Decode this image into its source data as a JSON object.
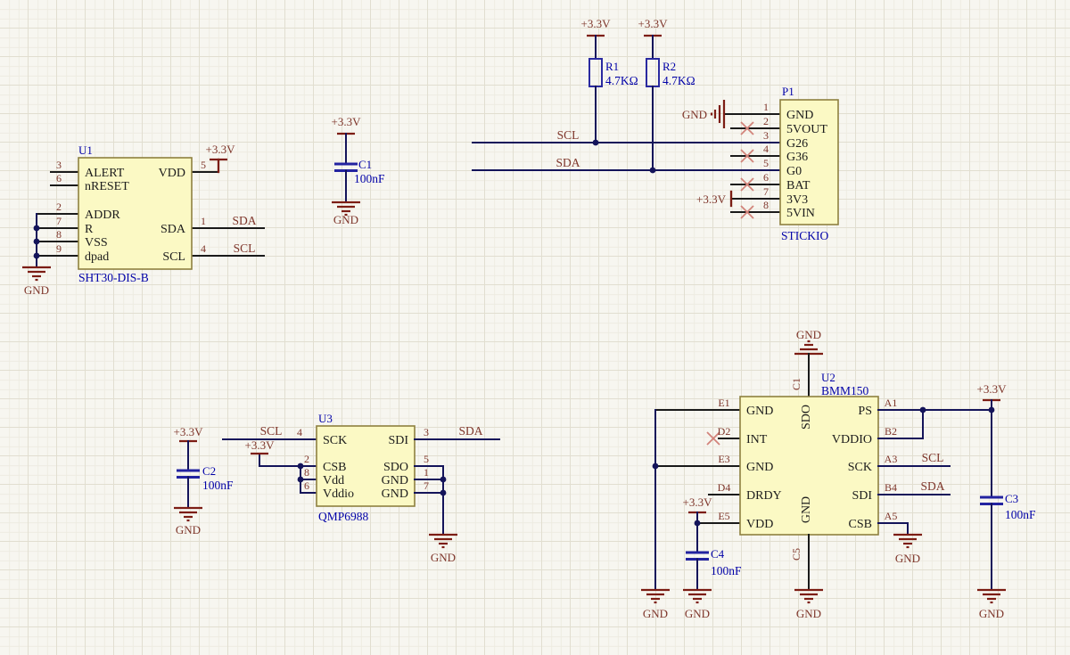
{
  "schematic": {
    "power": {
      "v33": "+3.3V",
      "gnd": "GND"
    },
    "nets": {
      "scl": "SCL",
      "sda": "SDA"
    },
    "colors": {
      "background": "#f7f6f0",
      "grid_minor": "#eeece2",
      "grid_major": "#e1ded0",
      "wire": "#14145a",
      "pin": "#1a1a1a",
      "power_symbol": "#7c1d14",
      "component_fill": "#fbf9c4",
      "component_border": "#8e8040",
      "designator_text": "#0202a8",
      "net_label_text": "#7e352a",
      "pin_name_text": "#1c1c1c",
      "no_connect": "#d2837a"
    },
    "u1": {
      "ref": "U1",
      "part": "SHT30-DIS-B",
      "pins": {
        "alert": {
          "num": "3",
          "name": "ALERT"
        },
        "nreset": {
          "num": "6",
          "name": "nRESET"
        },
        "addr": {
          "num": "2",
          "name": "ADDR"
        },
        "r": {
          "num": "7",
          "name": "R"
        },
        "vss": {
          "num": "8",
          "name": "VSS"
        },
        "dpad": {
          "num": "9",
          "name": "dpad"
        },
        "vdd": {
          "num": "5",
          "name": "VDD"
        },
        "sda": {
          "num": "1",
          "name": "SDA"
        },
        "scl": {
          "num": "4",
          "name": "SCL"
        }
      }
    },
    "c1": {
      "ref": "C1",
      "value": "100nF"
    },
    "c2": {
      "ref": "C2",
      "value": "100nF"
    },
    "c3": {
      "ref": "C3",
      "value": "100nF"
    },
    "c4": {
      "ref": "C4",
      "value": "100nF"
    },
    "r1": {
      "ref": "R1",
      "value": "4.7KΩ"
    },
    "r2": {
      "ref": "R2",
      "value": "4.7KΩ"
    },
    "p1": {
      "ref": "P1",
      "part": "STICKIO",
      "pins": [
        {
          "num": "1",
          "name": "GND"
        },
        {
          "num": "2",
          "name": "5VOUT"
        },
        {
          "num": "3",
          "name": "G26"
        },
        {
          "num": "4",
          "name": "G36"
        },
        {
          "num": "5",
          "name": "G0"
        },
        {
          "num": "6",
          "name": "BAT"
        },
        {
          "num": "7",
          "name": "3V3"
        },
        {
          "num": "8",
          "name": "5VIN"
        }
      ]
    },
    "u3": {
      "ref": "U3",
      "part": "QMP6988",
      "pins": {
        "sck": {
          "num": "4",
          "name": "SCK"
        },
        "csb": {
          "num": "2",
          "name": "CSB"
        },
        "vdd": {
          "num": "8",
          "name": "Vdd"
        },
        "vddio": {
          "num": "6",
          "name": "Vddio"
        },
        "sdi": {
          "num": "3",
          "name": "SDI"
        },
        "sdo": {
          "num": "5",
          "name": "SDO"
        },
        "gnd1": {
          "num": "1",
          "name": "GND"
        },
        "gnd7": {
          "num": "7",
          "name": "GND"
        }
      }
    },
    "u2": {
      "ref": "U2",
      "part": "BMM150",
      "pins": {
        "e1": {
          "num": "E1",
          "name": "GND"
        },
        "d2": {
          "num": "D2",
          "name": "INT"
        },
        "e3": {
          "num": "E3",
          "name": "GND"
        },
        "d4": {
          "num": "D4",
          "name": "DRDY"
        },
        "e5": {
          "num": "E5",
          "name": "VDD"
        },
        "a1": {
          "num": "A1",
          "name": "PS"
        },
        "b2": {
          "num": "B2",
          "name": "VDDIO"
        },
        "a3": {
          "num": "A3",
          "name": "SCK"
        },
        "b4": {
          "num": "B4",
          "name": "SDI"
        },
        "a5": {
          "num": "A5",
          "name": "CSB"
        },
        "c1": {
          "num": "C1",
          "name": "SDO"
        },
        "c5": {
          "num": "C5",
          "name": "GND"
        }
      }
    }
  }
}
